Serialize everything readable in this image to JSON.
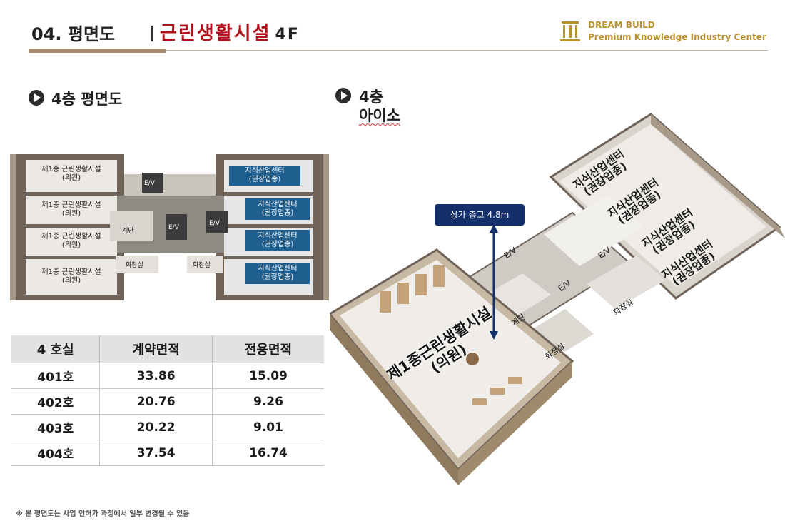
{
  "header": {
    "section_number": "04. 평면도",
    "title": "근린생활시설",
    "floor": "4F",
    "brand_line1": "DREAM BUILD",
    "brand_line2": "Premium Knowledge Industry Center"
  },
  "floor_plan": {
    "title": "4층  평면도",
    "rooms_left": [
      {
        "name": "제1종 근린생활시설",
        "sub": "(의원)"
      },
      {
        "name": "제1종 근린생활시설",
        "sub": "(의원)"
      },
      {
        "name": "제1종 근린생활시설",
        "sub": "(의원)"
      },
      {
        "name": "제1종 근린생활시설",
        "sub": "(의원)"
      }
    ],
    "rooms_right": [
      {
        "name": "지식산업센터",
        "sub": "(권장업종)"
      },
      {
        "name": "지식산업센터",
        "sub": "(권장업종)"
      },
      {
        "name": "지식산업센터",
        "sub": "(권장업종)"
      },
      {
        "name": "지식산업센터",
        "sub": "(권장업종)"
      }
    ],
    "core_labels": {
      "elevator": "E/V",
      "stairs": "계단",
      "restroom": "화장실"
    }
  },
  "unit_table": {
    "headers": [
      "4 호실",
      "계약면적",
      "전용면적"
    ],
    "rows": [
      [
        "401호",
        "33.86",
        "15.09"
      ],
      [
        "402호",
        "20.76",
        "9.26"
      ],
      [
        "403호",
        "20.22",
        "9.01"
      ],
      [
        "404호",
        "37.54",
        "16.74"
      ]
    ]
  },
  "isometric": {
    "title": "4층",
    "subtitle": "아이소",
    "height_badge": "상가 층고 4.8m",
    "main_label": "제1종근린생활시설",
    "main_sub": "(의원)",
    "office_label": "지식산업센터",
    "office_sub": "(권장업종)",
    "elevator": "E/V",
    "stairs": "계단",
    "restroom": "화장실"
  },
  "footnote": "※ 본 평면도는 사업 인허가 과정에서 일부 변경될 수 있음",
  "colors": {
    "accent_red": "#b1121c",
    "brand_gold": "#b9922f",
    "office_blue": "#1f5f8f",
    "badge_navy": "#14306b"
  }
}
